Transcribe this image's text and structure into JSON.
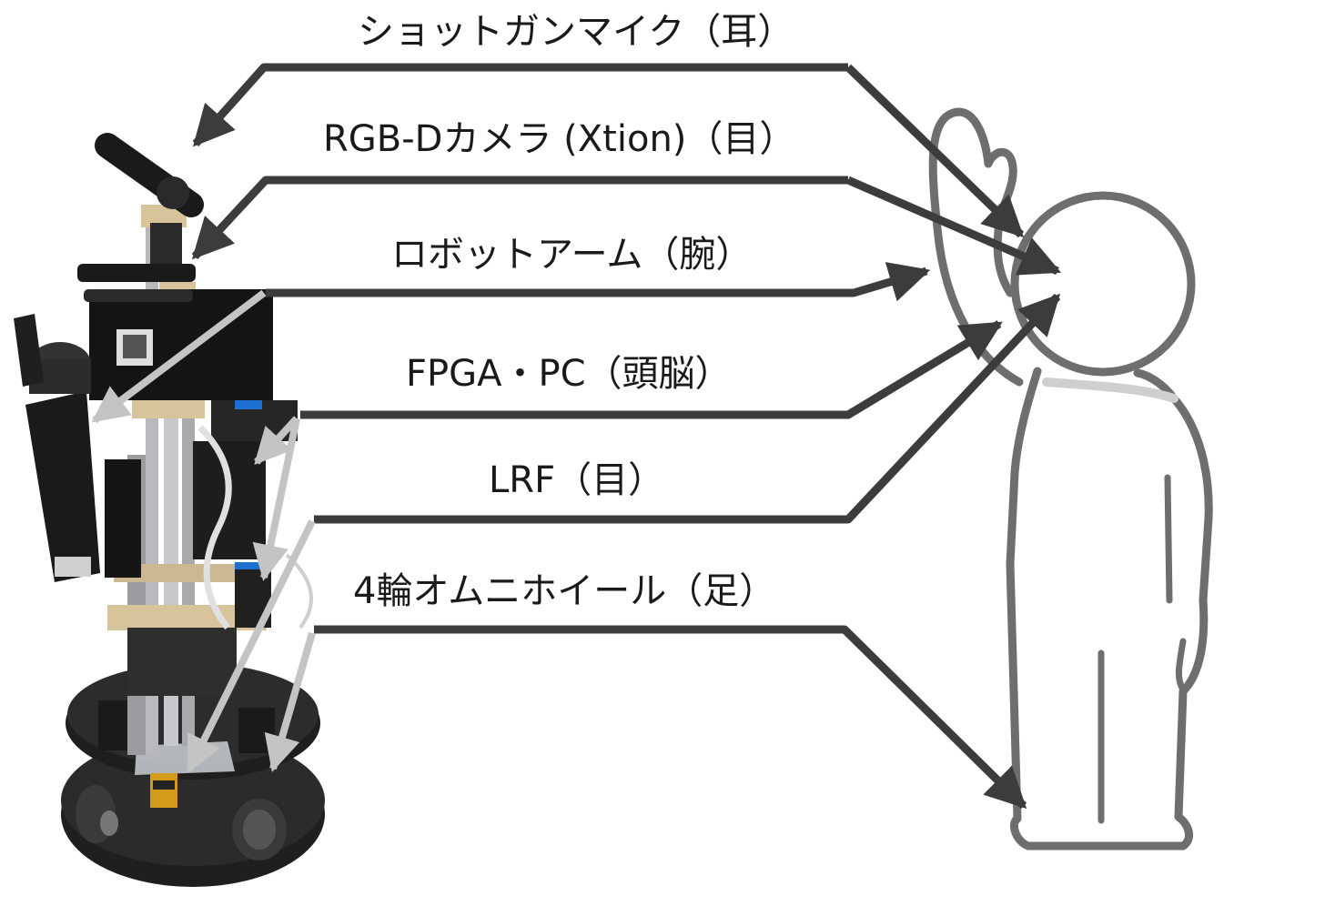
{
  "title": "Robot component to human body analogy diagram",
  "components": [
    {
      "id": "mic",
      "label": "ショットガンマイク（耳）"
    },
    {
      "id": "cam",
      "label": "RGB-Dカメラ (Xtion)（目）"
    },
    {
      "id": "arm",
      "label": "ロボットアーム（腕）"
    },
    {
      "id": "fpga",
      "label": "FPGA・PC（頭脳）"
    },
    {
      "id": "lrf",
      "label": "LRF（目）"
    },
    {
      "id": "wheel",
      "label": "4輪オムニホイール（足）"
    }
  ],
  "colors": {
    "arrow_dark": "#3c3c3c",
    "arrow_light": "#c4c4c4",
    "human_outline": "#6e6e6e",
    "robot_dark": "#1e1e1e",
    "robot_frame": "#b9b9bd",
    "robot_wood": "#d8c49a"
  }
}
